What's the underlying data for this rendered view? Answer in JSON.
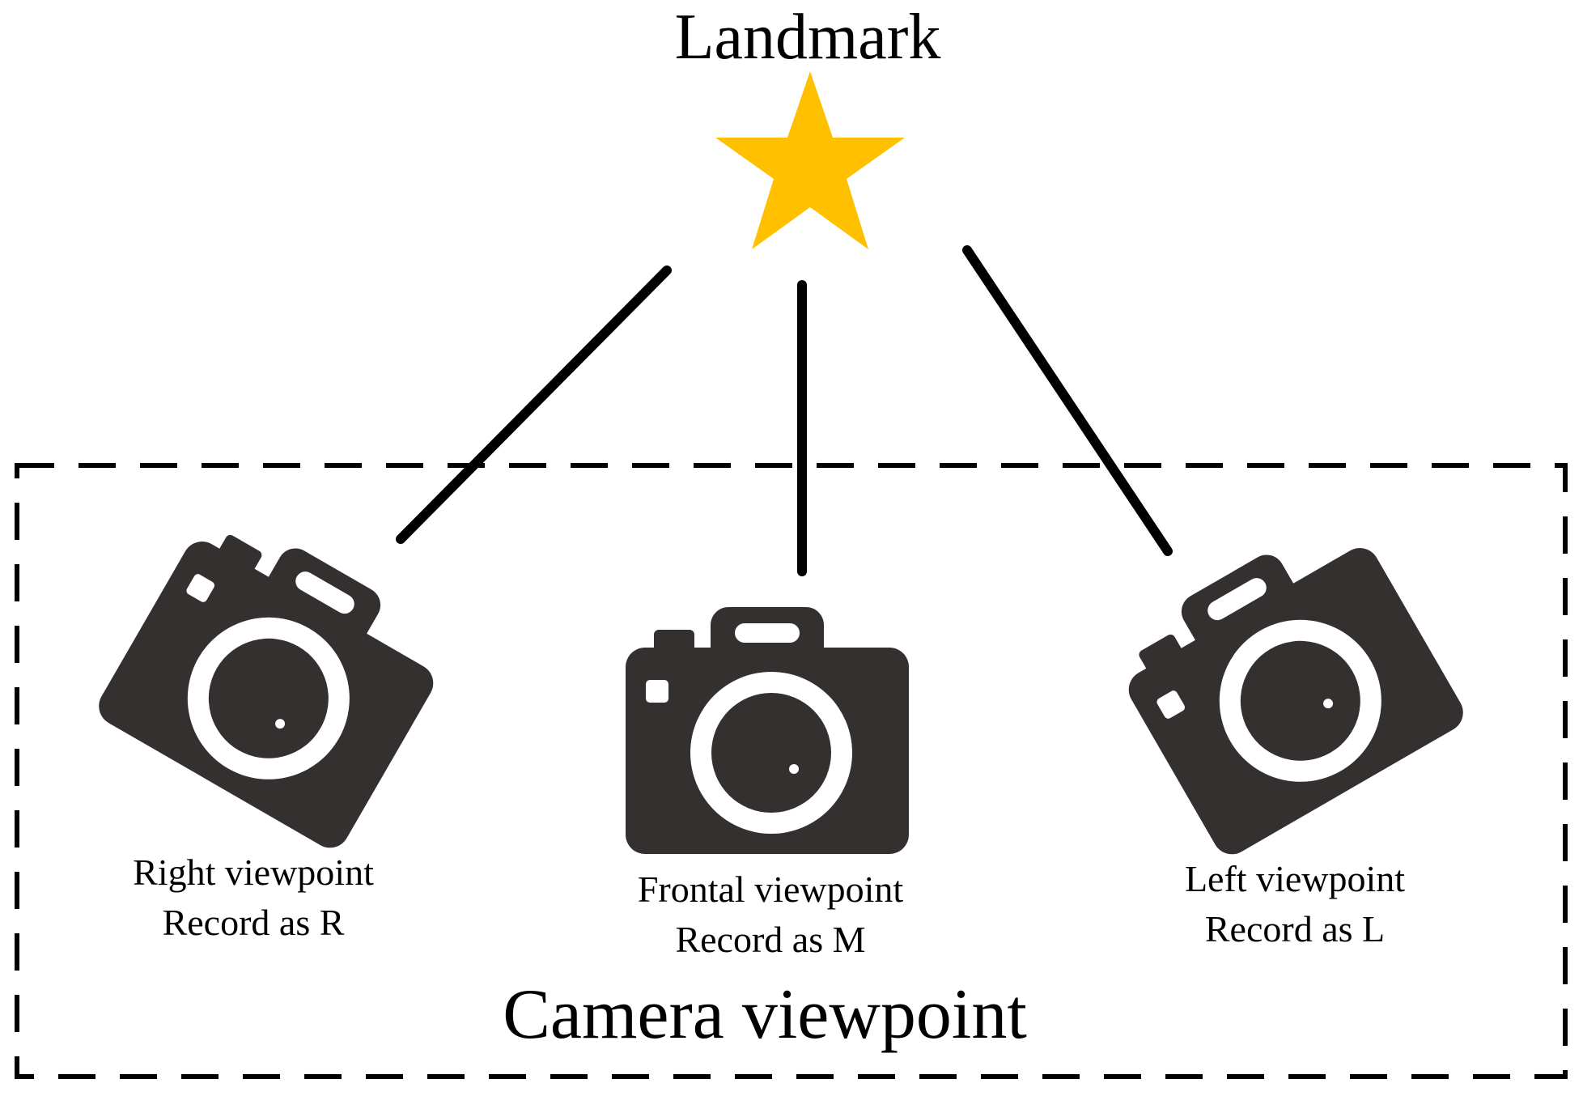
{
  "landmark": {
    "title": "Landmark",
    "color": "#FFC000"
  },
  "region": {
    "title": "Camera viewpoint"
  },
  "cameras": [
    {
      "name": "Right viewpoint",
      "record": "Record as R",
      "icon": "camera-icon"
    },
    {
      "name": "Frontal viewpoint",
      "record": "Record as M",
      "icon": "camera-icon"
    },
    {
      "name": "Left viewpoint",
      "record": "Record as L",
      "icon": "camera-icon"
    }
  ],
  "colors": {
    "camera": "#353030",
    "lines": "#000000",
    "star": "#FFC000"
  }
}
